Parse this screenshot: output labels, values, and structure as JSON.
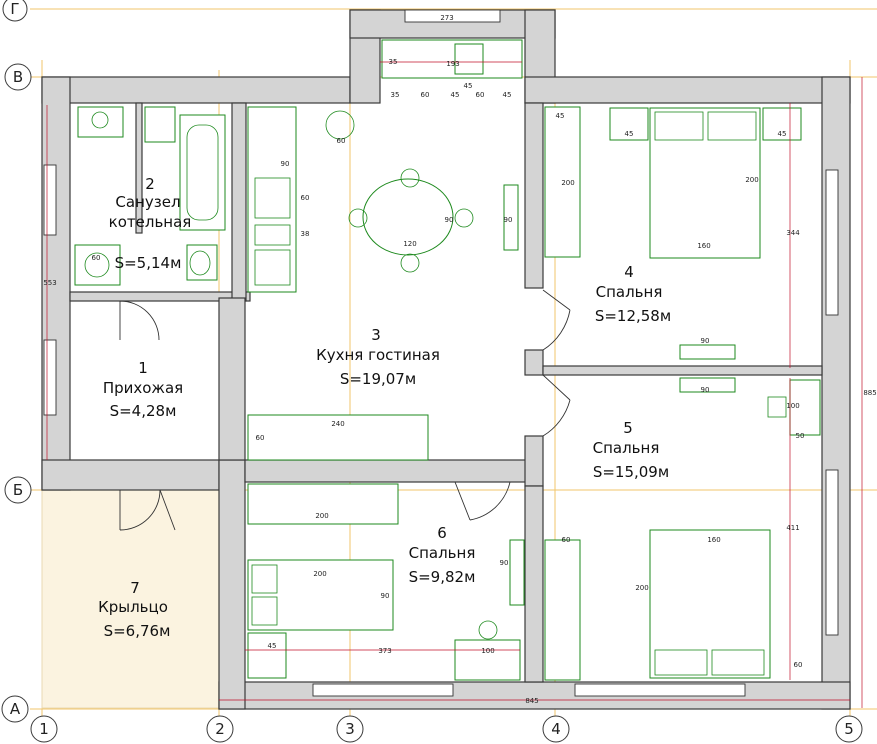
{
  "axes": {
    "rows": [
      "Г",
      "В",
      "Б",
      "А"
    ],
    "cols": [
      "1",
      "2",
      "3",
      "4",
      "5"
    ]
  },
  "rooms": [
    {
      "num": "1",
      "name": "Прихожая",
      "area": "S=4,28м"
    },
    {
      "num": "2",
      "name": "Санузел",
      "sub": "котельная",
      "area": "S=5,14м"
    },
    {
      "num": "3",
      "name": "Кухня гостиная",
      "area": "S=19,07м"
    },
    {
      "num": "4",
      "name": "Спальня",
      "area": "S=12,58м"
    },
    {
      "num": "5",
      "name": "Спальня",
      "area": "S=15,09м"
    },
    {
      "num": "6",
      "name": "Спальня",
      "area": "S=9,82м"
    },
    {
      "num": "7",
      "name": "Крыльцо",
      "area": "S=6,76м"
    }
  ],
  "dimensions": {
    "bay_top": "273",
    "bay_inner": "193",
    "bay_35": "35",
    "counter": [
      "35",
      "60",
      "45",
      "60",
      "45"
    ],
    "sink_45": "45",
    "table_w": "120",
    "table_h": "90",
    "kitchen_90": "90",
    "kitchen_60": "60",
    "kitchen_38": "38",
    "wardrobe_240": "240",
    "wardrobe_60": "60",
    "bath_60": "60",
    "tv_90": "90",
    "bed4_w": "160",
    "bed4_h": "200",
    "nightstand": "45",
    "r4_344": "344",
    "r4_200": "200",
    "tv5_90": "90",
    "tv4_90": "90",
    "desk_100": "100",
    "desk_50": "50",
    "r5_411": "411",
    "r5_60": "60",
    "bed5_w": "160",
    "bed5_h": "200",
    "wardrobe6": "200",
    "bed6_w": "200",
    "bed6_h": "90",
    "tv6_90": "90",
    "desk6": "100",
    "r6_45": "45",
    "r6_373": "373",
    "total_w": "845",
    "total_h": "885",
    "left_553": "553"
  }
}
